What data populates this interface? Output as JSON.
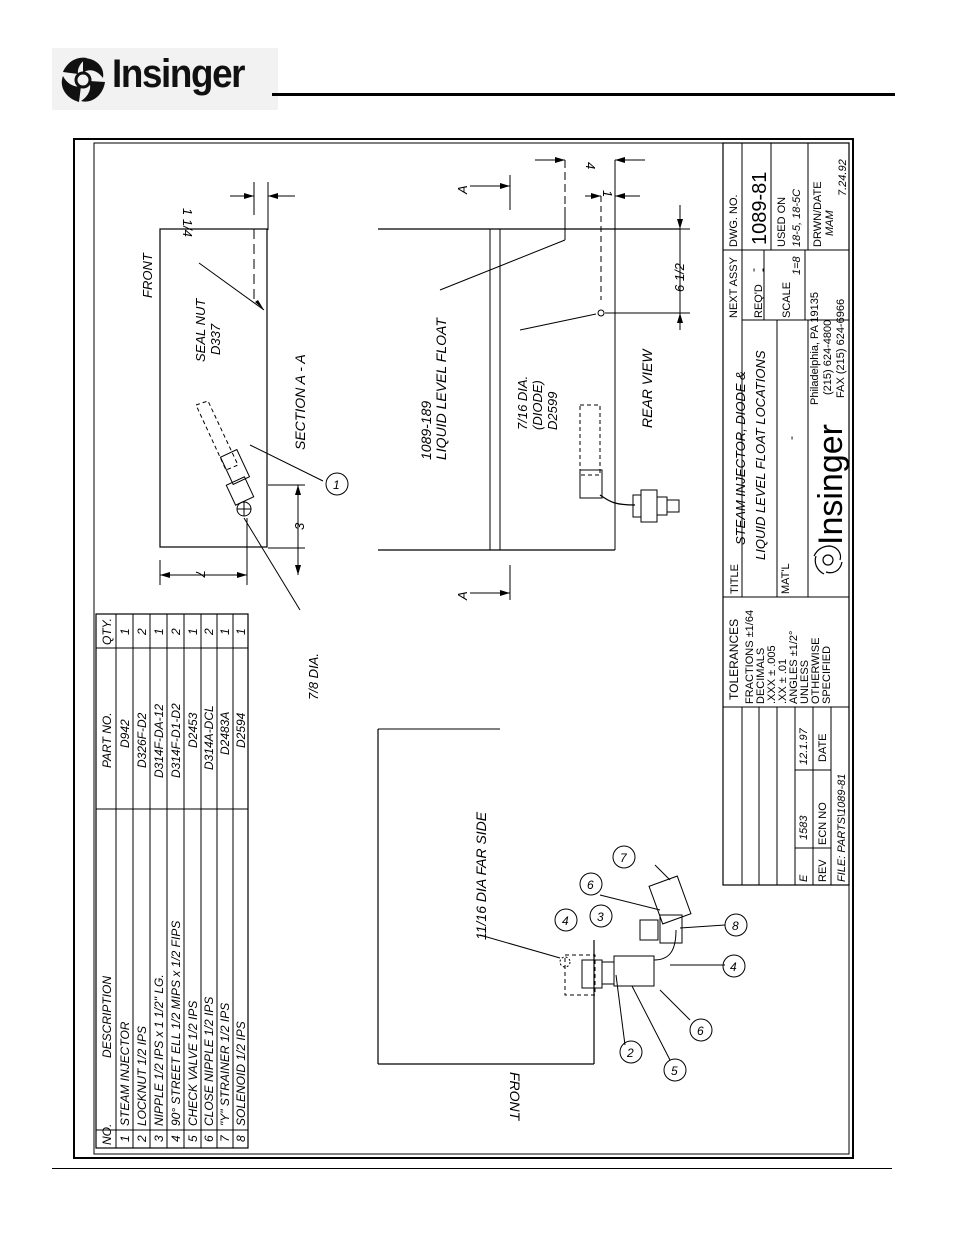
{
  "header": {
    "brand": "Insinger",
    "logo_icon": "swirl-logo-icon"
  },
  "parts_table": {
    "headers": [
      "NO.",
      "DESCRIPTION",
      "PART NO.",
      "QTY."
    ],
    "rows": [
      [
        "1",
        "STEAM INJECTOR",
        "D942",
        "1"
      ],
      [
        "2",
        "LOCKNUT 1/2 IPS",
        "D326F-D2",
        "2"
      ],
      [
        "3",
        "NIPPLE 1/2 IPS x 1 1/2\" LG.",
        "D314F-DA-12",
        "1"
      ],
      [
        "4",
        "90° STREET ELL 1/2 MIPS x 1/2 FIPS",
        "D314F-D1-D2",
        "2"
      ],
      [
        "5",
        "CHECK VALVE 1/2 IPS",
        "D2453",
        "1"
      ],
      [
        "6",
        "CLOSE NIPPLE 1/2 IPS",
        "D314A-DCL",
        "2"
      ],
      [
        "7",
        "\"Y\" STRAINER 1/2 IPS",
        "D2483A",
        "1"
      ],
      [
        "8",
        "SOLENOID 1/2 IPS",
        "D2594",
        "1"
      ]
    ]
  },
  "section_view": {
    "front_label": "FRONT",
    "seal_nut": "SEAL NUT",
    "seal_nut_part": "D337",
    "title": "SECTION A - A",
    "dia_label": "7/8 DIA.",
    "dim_quarter": "1 1/4",
    "dim_three": "3",
    "dim_seven": "7",
    "callout": "1"
  },
  "rear_view": {
    "float_part": "1089-189",
    "float_label": "LIQUID LEVEL FLOAT",
    "diode_dia": "7/16 DIA.",
    "diode_label": "(DIODE)",
    "diode_part": "D2599",
    "title": "REAR VIEW",
    "section_marker": "A",
    "dim_four": "4",
    "dim_one": "1",
    "dim_six_half": "6 1/2"
  },
  "front_view": {
    "far_side_label": "11/16 DIA FAR SIDE",
    "front_label": "FRONT",
    "callouts": [
      "4",
      "3",
      "2",
      "5",
      "6",
      "4",
      "8",
      "6",
      "7"
    ]
  },
  "title_block": {
    "revisions": {
      "rev": "E",
      "ecn": "1583",
      "date": "12.1.97"
    },
    "rev_header": "REV",
    "ecn_header": "ECN NO",
    "date_header": "DATE",
    "file": "FILE: PARTS\\1089-81",
    "tolerances_title": "TOLERANCES",
    "tolerances_lines": [
      "FRACTIONS ±1/64",
      "DECIMALS",
      ".XXX ± .005",
      ".XX ± .01",
      "ANGLES ±1/2°",
      "UNLESS",
      "OTHERWISE",
      "SPECIFIED"
    ],
    "title_label": "TITLE",
    "title_line1": "STEAM INJECTOR, DIODE &",
    "title_line2": "LIQUID LEVEL FLOAT LOCATIONS",
    "matl_label": "MAT'L",
    "matl_value": "-",
    "company": "Insinger",
    "address": "Philadelphia, PA 19135",
    "phone": "(215) 624-4800",
    "fax": "FAX (215) 624-6966",
    "next_assy_label": "NEXT ASSY",
    "next_assy_value": "-",
    "reqd_label": "REQ'D",
    "reqd_value": "-",
    "scale_label": "SCALE",
    "scale_value": "1=8",
    "dwg_label": "DWG. NO.",
    "dwg_value": "1089-81",
    "used_on_label": "USED ON",
    "used_on_value": "18-5, 18-5C",
    "drwn_label": "DRWN/DATE",
    "drwn_value": "MAM",
    "drwn_date": "7.24.92"
  }
}
